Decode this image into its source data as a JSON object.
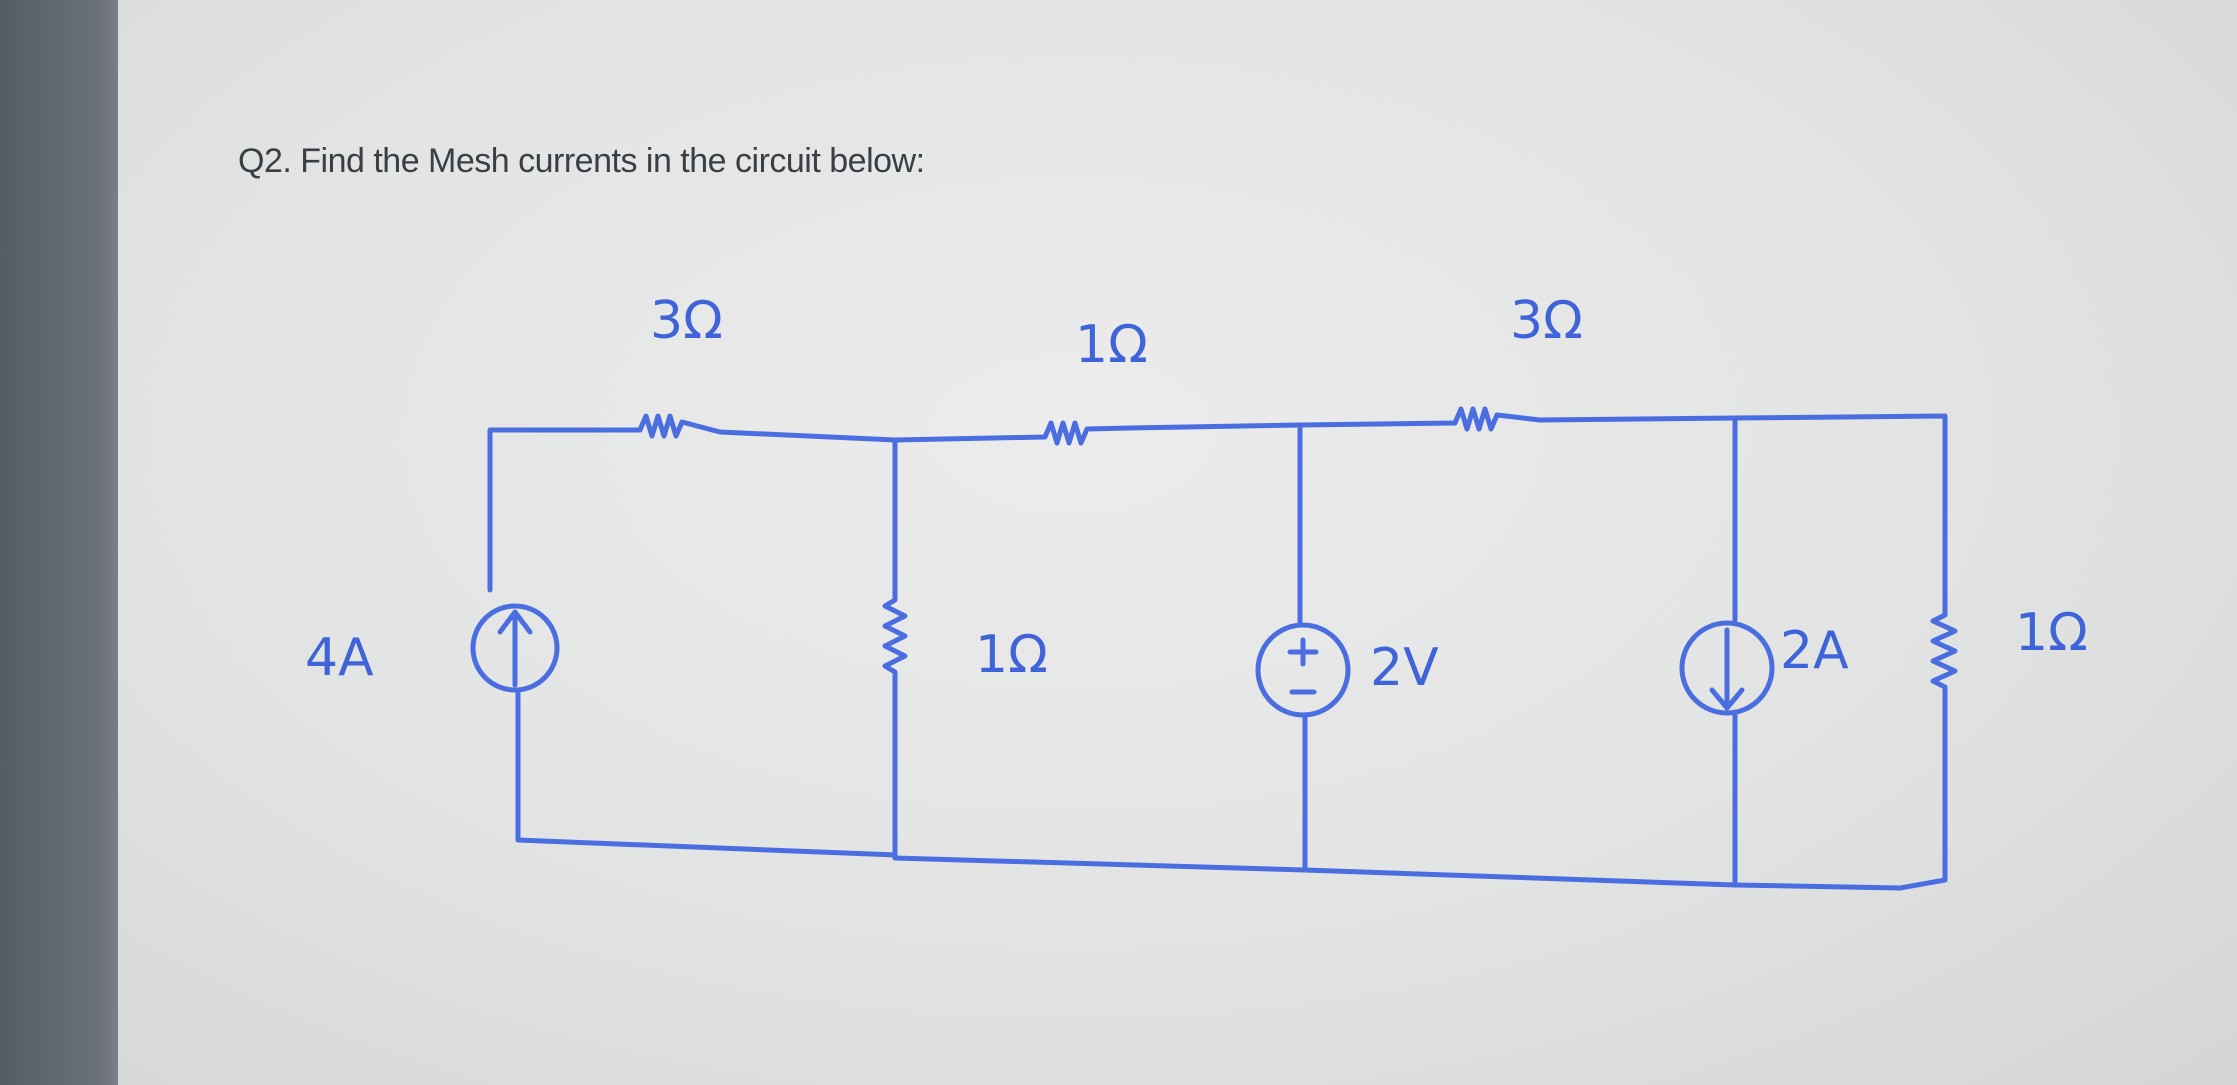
{
  "question": "Q2. Find the Mesh currents in the circuit below:",
  "labels": {
    "r_top_left": "3Ω",
    "r_top_mid": "1Ω",
    "r_top_right": "3Ω",
    "src_left": "4A",
    "r_mid_vertical": "1Ω",
    "src_voltage": "2V",
    "src_current": "2A",
    "r_right_vertical": "1Ω"
  },
  "colors": {
    "ink": "#4a6ee0"
  }
}
